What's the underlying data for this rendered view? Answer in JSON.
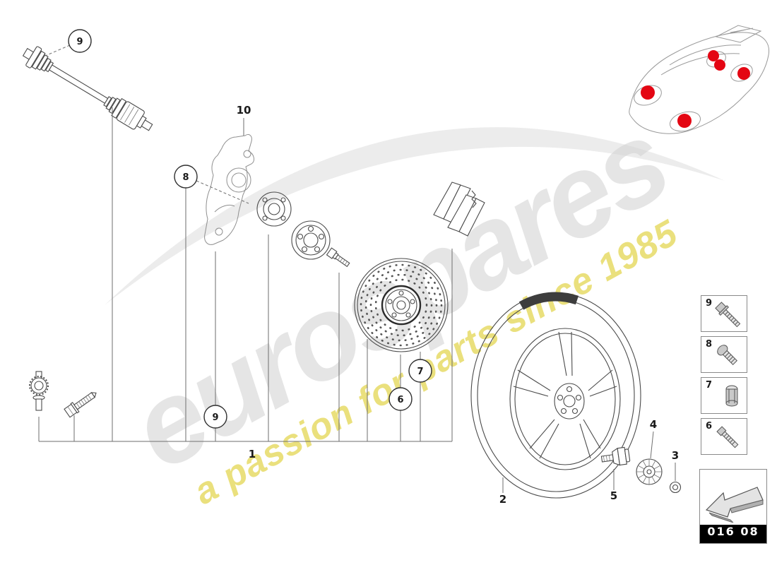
{
  "watermark": {
    "brand": "eurospares",
    "slogan": "a passion for parts since 1985"
  },
  "callouts": {
    "c1": "1",
    "c2": "2",
    "c3": "3",
    "c4": "4",
    "c5": "5",
    "c6": "6",
    "c7": "7",
    "c8": "8",
    "c9_top": "9",
    "c9_mid": "9",
    "c10": "10"
  },
  "legend": {
    "items": [
      {
        "label": "9",
        "icon": "flange-bolt-icon"
      },
      {
        "label": "8",
        "icon": "round-head-bolt-icon"
      },
      {
        "label": "7",
        "icon": "wheel-lock-nut-icon"
      },
      {
        "label": "6",
        "icon": "hex-bolt-icon"
      }
    ]
  },
  "footer": {
    "diagram_code": "016 08"
  },
  "colors": {
    "highlight_red": "#e40613",
    "watermark_yellow": "#e9de72",
    "swoosh_gray": "#ececec",
    "line_gray": "#4a4a4a"
  }
}
